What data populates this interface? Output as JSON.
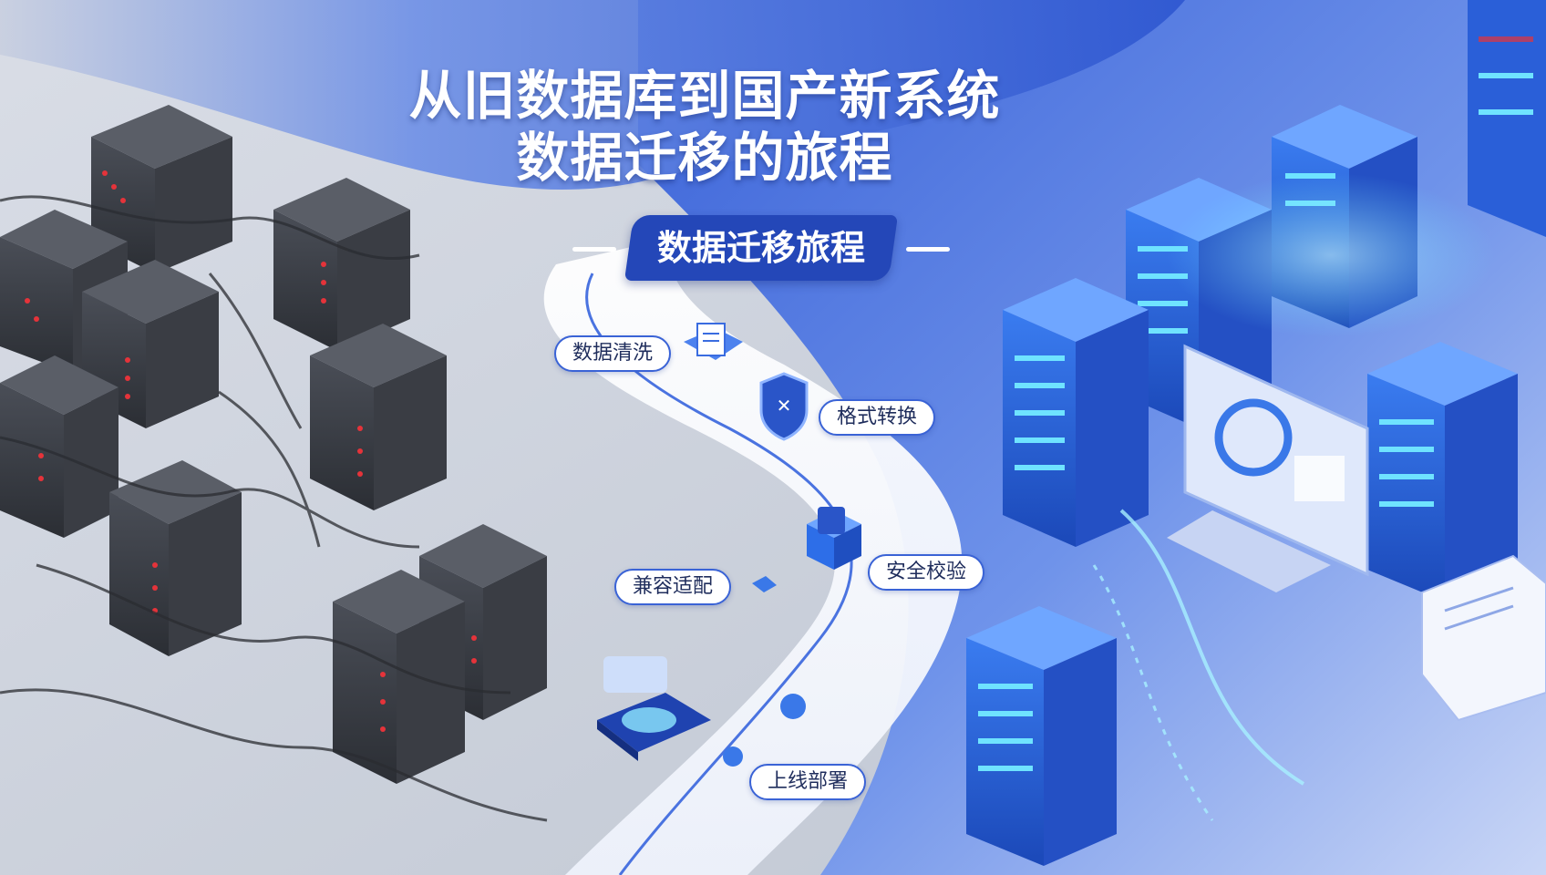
{
  "title": {
    "line1": "从旧数据库到国产新系统",
    "line2": "数据迁移的旅程"
  },
  "badge": {
    "label": "数据迁移旅程"
  },
  "steps": [
    {
      "label": "数据清洗",
      "icon": "document-icon"
    },
    {
      "label": "格式转换",
      "icon": "shield-icon"
    },
    {
      "label": "安全校验",
      "icon": "cube-icon"
    },
    {
      "label": "兼容适配",
      "icon": "node-icon"
    },
    {
      "label": "上线部署",
      "icon": "chip-icon"
    }
  ],
  "colors": {
    "accent": "#2447b8",
    "left_servers": "#3a3d44",
    "server_led_red": "#e5333a",
    "right_servers": "#2d6ee8",
    "glow": "#6fe3ff"
  }
}
